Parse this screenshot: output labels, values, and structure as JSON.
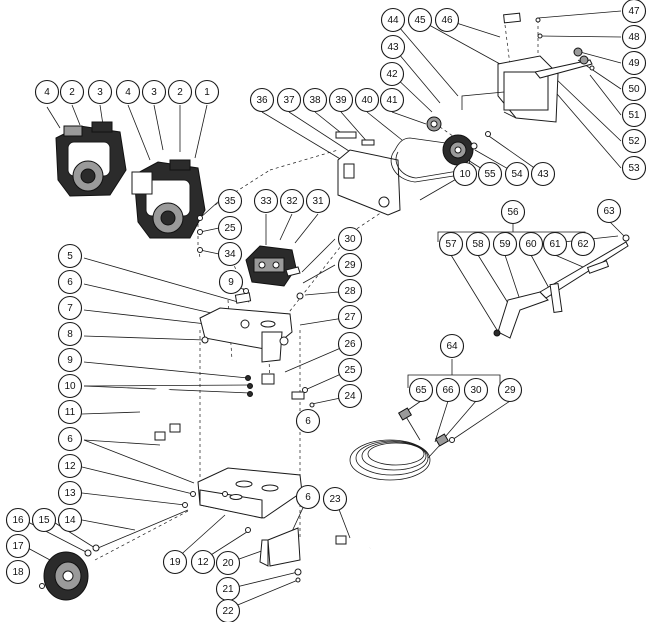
{
  "diagram": {
    "callouts": [
      {
        "id": "c-1",
        "label": "1"
      },
      {
        "id": "c-2a",
        "label": "2"
      },
      {
        "id": "c-3a",
        "label": "3"
      },
      {
        "id": "c-4a",
        "label": "4"
      },
      {
        "id": "c-4b",
        "label": "4"
      },
      {
        "id": "c-3b",
        "label": "3"
      },
      {
        "id": "c-2b",
        "label": "2"
      },
      {
        "id": "c-5",
        "label": "5"
      },
      {
        "id": "c-6a",
        "label": "6"
      },
      {
        "id": "c-7",
        "label": "7"
      },
      {
        "id": "c-8",
        "label": "8"
      },
      {
        "id": "c-9a",
        "label": "9"
      },
      {
        "id": "c-10a",
        "label": "10"
      },
      {
        "id": "c-11",
        "label": "11"
      },
      {
        "id": "c-6b",
        "label": "6"
      },
      {
        "id": "c-12a",
        "label": "12"
      },
      {
        "id": "c-13",
        "label": "13"
      },
      {
        "id": "c-14",
        "label": "14"
      },
      {
        "id": "c-15",
        "label": "15"
      },
      {
        "id": "c-16",
        "label": "16"
      },
      {
        "id": "c-17",
        "label": "17"
      },
      {
        "id": "c-18",
        "label": "18"
      },
      {
        "id": "c-19",
        "label": "19"
      },
      {
        "id": "c-12b",
        "label": "12"
      },
      {
        "id": "c-20",
        "label": "20"
      },
      {
        "id": "c-21",
        "label": "21"
      },
      {
        "id": "c-22",
        "label": "22"
      },
      {
        "id": "c-6c",
        "label": "6"
      },
      {
        "id": "c-23",
        "label": "23"
      },
      {
        "id": "c-24",
        "label": "24"
      },
      {
        "id": "c-25a",
        "label": "25"
      },
      {
        "id": "c-26",
        "label": "26"
      },
      {
        "id": "c-6d",
        "label": "6"
      },
      {
        "id": "c-27",
        "label": "27"
      },
      {
        "id": "c-28",
        "label": "28"
      },
      {
        "id": "c-29a",
        "label": "29"
      },
      {
        "id": "c-30a",
        "label": "30"
      },
      {
        "id": "c-31",
        "label": "31"
      },
      {
        "id": "c-32",
        "label": "32"
      },
      {
        "id": "c-33",
        "label": "33"
      },
      {
        "id": "c-9b",
        "label": "9"
      },
      {
        "id": "c-34",
        "label": "34"
      },
      {
        "id": "c-25b",
        "label": "25"
      },
      {
        "id": "c-35",
        "label": "35"
      },
      {
        "id": "c-36",
        "label": "36"
      },
      {
        "id": "c-37",
        "label": "37"
      },
      {
        "id": "c-38",
        "label": "38"
      },
      {
        "id": "c-39",
        "label": "39"
      },
      {
        "id": "c-40",
        "label": "40"
      },
      {
        "id": "c-41",
        "label": "41"
      },
      {
        "id": "c-42",
        "label": "42"
      },
      {
        "id": "c-43a",
        "label": "43"
      },
      {
        "id": "c-44",
        "label": "44"
      },
      {
        "id": "c-45",
        "label": "45"
      },
      {
        "id": "c-46",
        "label": "46"
      },
      {
        "id": "c-47",
        "label": "47"
      },
      {
        "id": "c-48",
        "label": "48"
      },
      {
        "id": "c-49",
        "label": "49"
      },
      {
        "id": "c-50",
        "label": "50"
      },
      {
        "id": "c-51",
        "label": "51"
      },
      {
        "id": "c-52",
        "label": "52"
      },
      {
        "id": "c-53",
        "label": "53"
      },
      {
        "id": "c-43b",
        "label": "43"
      },
      {
        "id": "c-54",
        "label": "54"
      },
      {
        "id": "c-55",
        "label": "55"
      },
      {
        "id": "c-10b",
        "label": "10"
      },
      {
        "id": "c-56",
        "label": "56"
      },
      {
        "id": "c-57",
        "label": "57"
      },
      {
        "id": "c-58",
        "label": "58"
      },
      {
        "id": "c-59",
        "label": "59"
      },
      {
        "id": "c-60",
        "label": "60"
      },
      {
        "id": "c-61",
        "label": "61"
      },
      {
        "id": "c-62",
        "label": "62"
      },
      {
        "id": "c-63",
        "label": "63"
      },
      {
        "id": "c-64",
        "label": "64"
      },
      {
        "id": "c-65",
        "label": "65"
      },
      {
        "id": "c-66",
        "label": "66"
      },
      {
        "id": "c-30b",
        "label": "30"
      },
      {
        "id": "c-29b",
        "label": "29"
      }
    ]
  }
}
